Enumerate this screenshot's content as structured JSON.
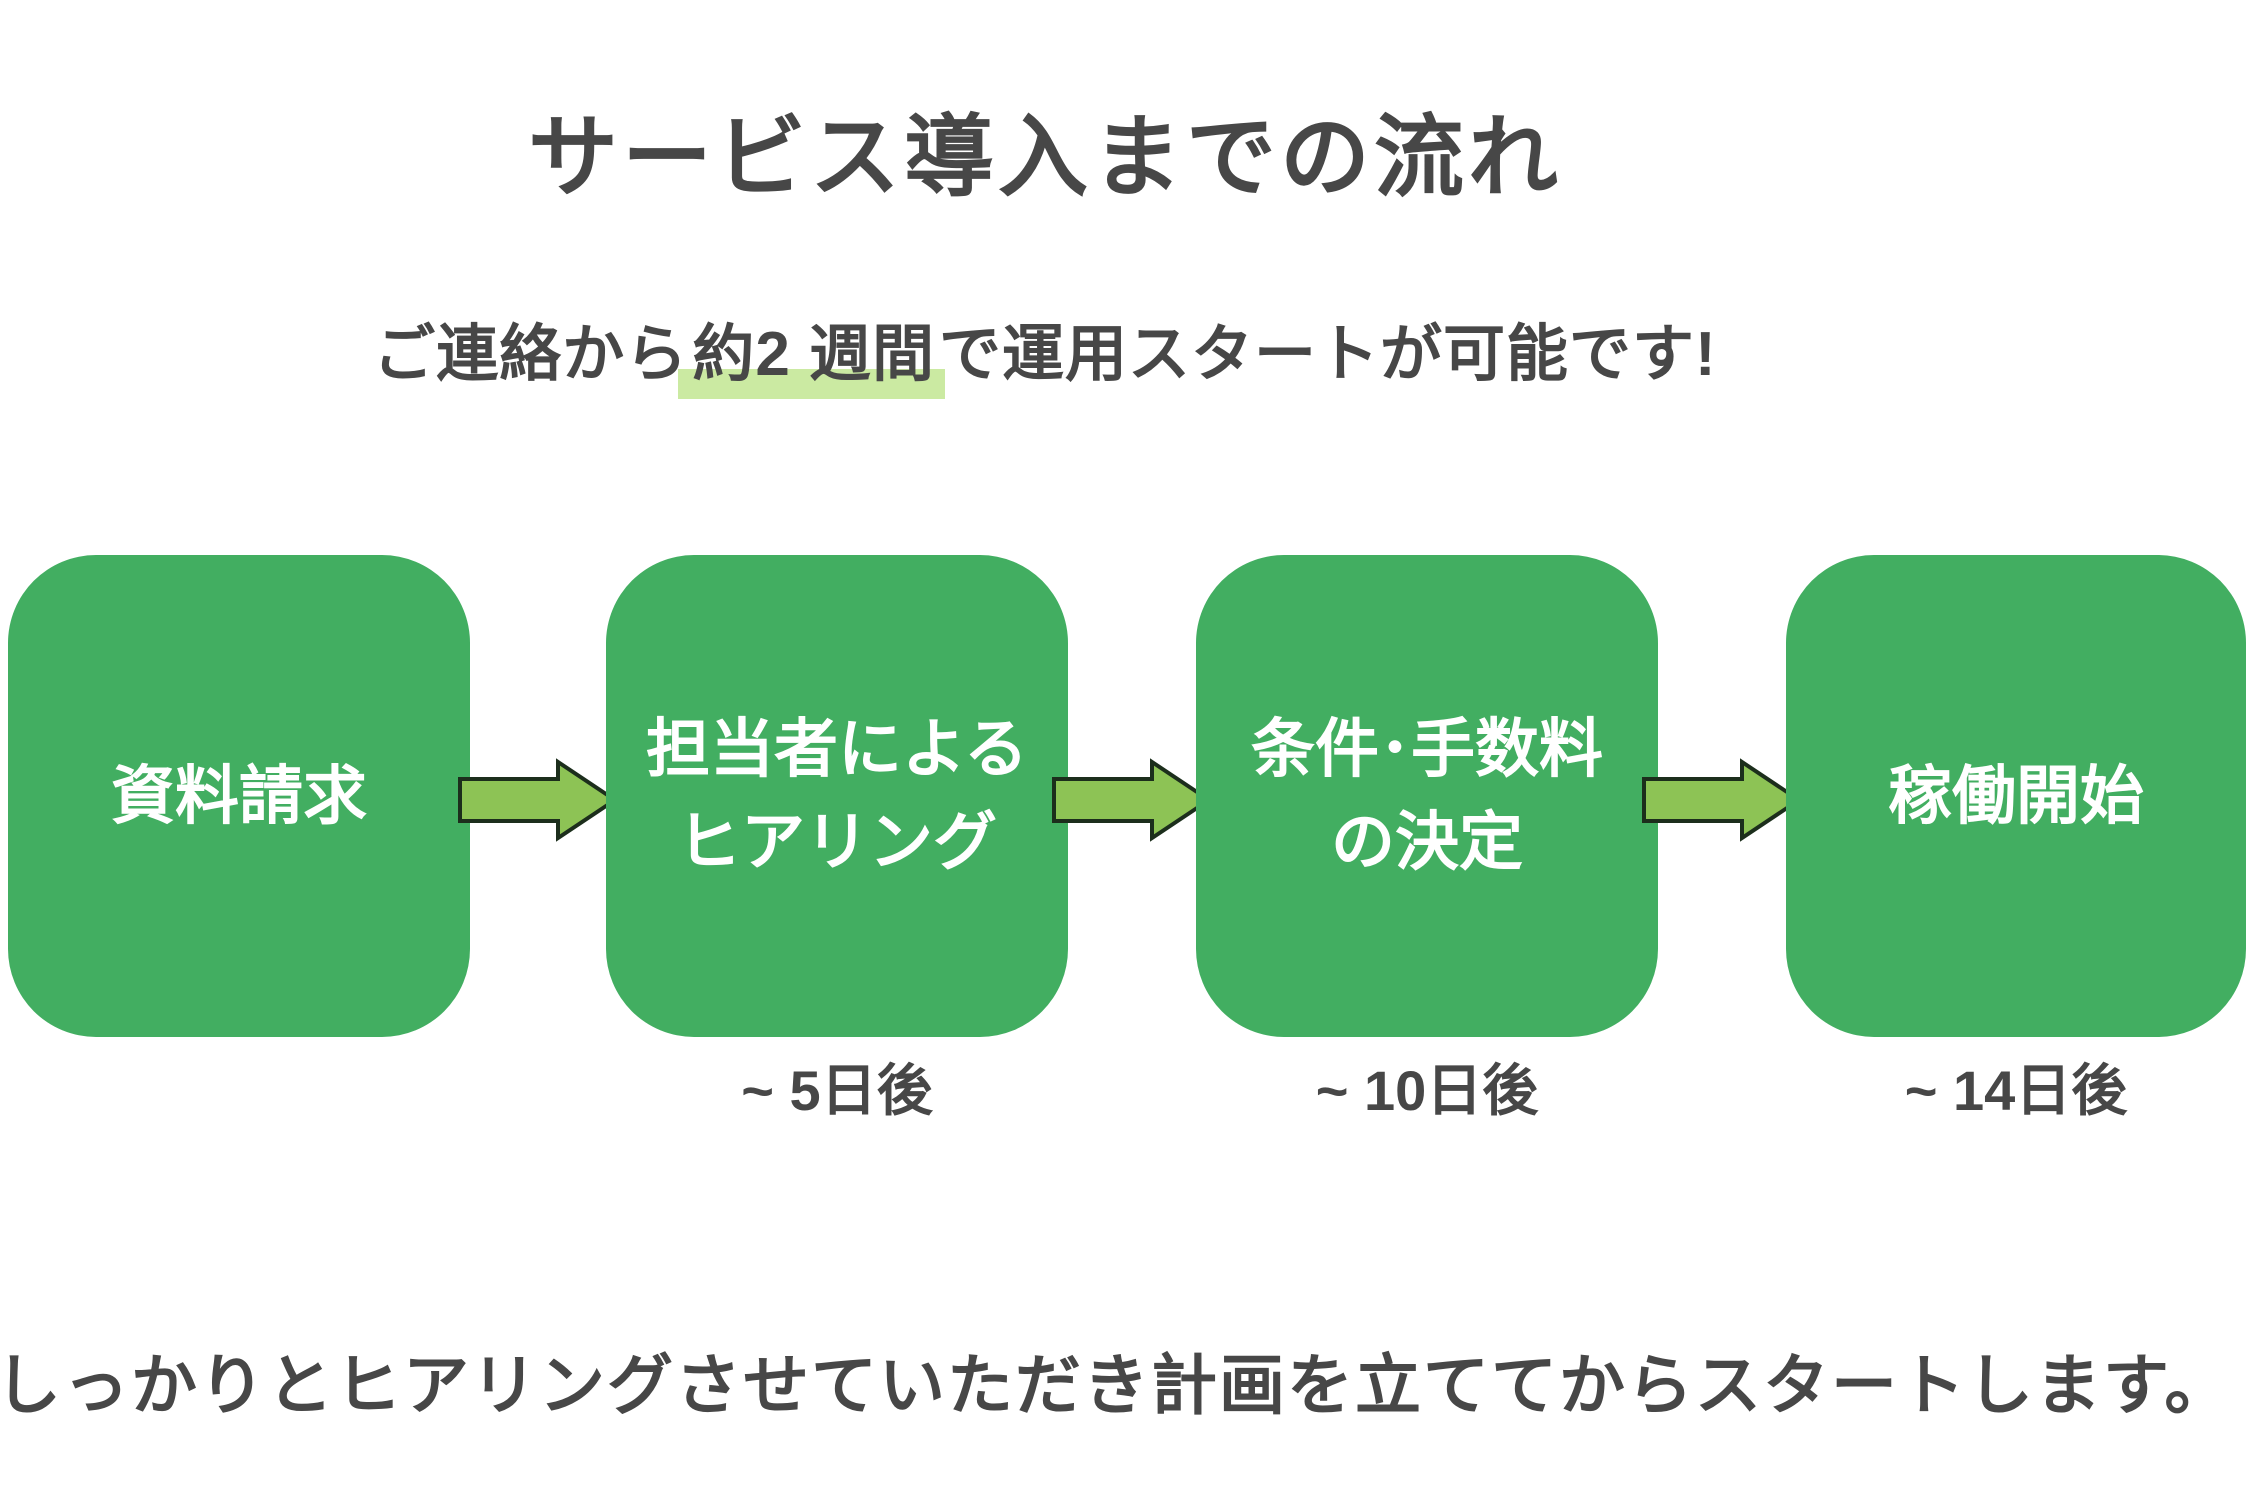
{
  "title": "サービス導入までの流れ",
  "subtitle": {
    "before_highlight": "ご連絡から",
    "highlighted": "約2 週間",
    "after_highlight": "で運用スタートが可能です!"
  },
  "steps": [
    {
      "name": "資料請求",
      "lines": [
        "資料請求"
      ],
      "timing": ""
    },
    {
      "name": "担当者によるヒアリング",
      "lines": [
        "担当者による",
        "ヒアリング"
      ],
      "timing": "~ 5日後"
    },
    {
      "name": "条件･手数料の決定",
      "lines": [
        "条件･手数料",
        "の決定"
      ],
      "timing": "~ 10日後"
    },
    {
      "name": "稼働開始",
      "lines": [
        "稼働開始"
      ],
      "timing": "~ 14日後"
    }
  ],
  "footer": "しっかりとヒアリングさせていただき計画を立ててからスタートします。",
  "icons": {
    "between_steps": "flow-arrow-right-icon"
  },
  "colors": {
    "background": "#ffffff",
    "box_green": "#42ae61",
    "box_text": "#ffffff",
    "arrow_fill": "#8dc355",
    "arrow_border": "#1c2e1c",
    "heading_gray": "#474747",
    "highlight_green": "#cbeaa2"
  }
}
